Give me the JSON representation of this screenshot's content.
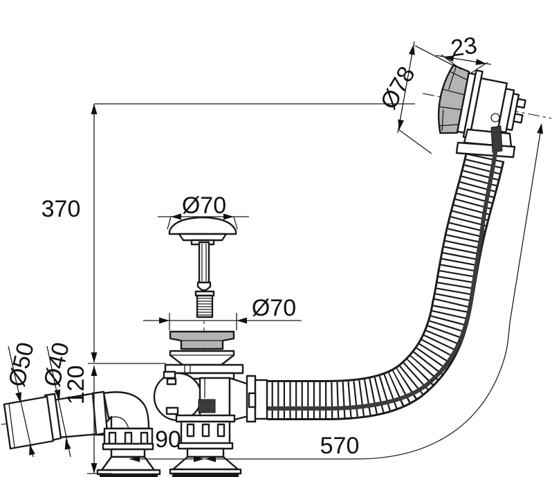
{
  "drawing": {
    "colors": {
      "line": "#1a1a1a",
      "gray_fill": "#b4b4b4",
      "cable": "#3a3a3a",
      "background": "#ffffff"
    },
    "dimensions": {
      "overflow_cap_thickness": "23",
      "overflow_cap_diameter": "Ø78",
      "overflow_height": "370",
      "plug_diameter": "Ø70",
      "waste_flange_diameter": "Ø70",
      "outlet_large_diameter": "Ø50",
      "outlet_small_diameter": "Ø40",
      "waste_body_height": "120",
      "outlet_offset": "90",
      "hose_length": "570"
    }
  }
}
